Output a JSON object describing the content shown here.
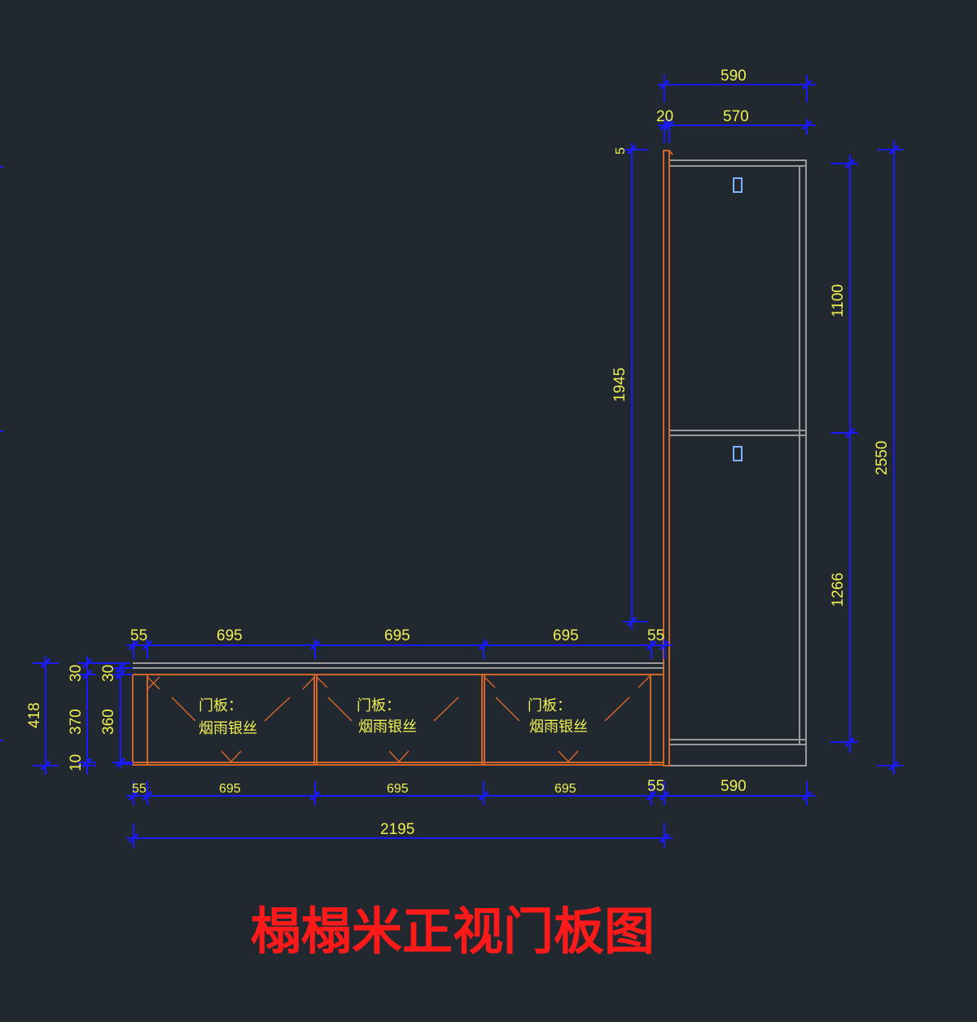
{
  "title": "榻榻米正视门板图",
  "door_label_line1": "门板：",
  "door_label_line2": "烟雨银丝",
  "top_dims": {
    "overall": "590",
    "left_gap": "20",
    "inner": "570",
    "top_gap": "5"
  },
  "tall_cabinet_dims": {
    "left_height": "1945",
    "upper": "1100",
    "lower": "1266",
    "total": "2550"
  },
  "bed_top_dims": [
    "55",
    "695",
    "695",
    "695",
    "55"
  ],
  "bed_bottom_dims": [
    "55",
    "695",
    "695",
    "695",
    "55",
    "590"
  ],
  "bed_total_width": "2195",
  "left_dims": {
    "total": "418",
    "outer_top": "30",
    "outer_mid": "370",
    "outer_bot": "10",
    "inner_top": "30",
    "inner_mid": "360"
  }
}
